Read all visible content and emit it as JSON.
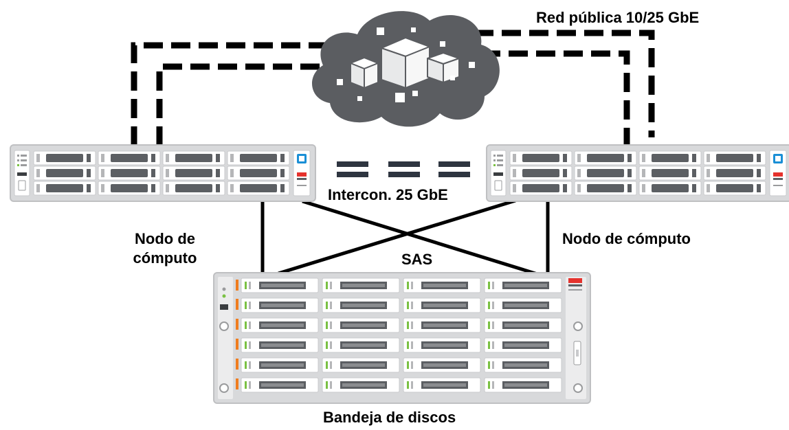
{
  "labels": {
    "public_network": "Red pública 10/25 GbE",
    "interconnect": "Intercon. 25 GbE",
    "node_left_line1": "Nodo de",
    "node_left_line2": "cómputo",
    "node_right": "Nodo de cómputo",
    "sas": "SAS",
    "disk_shelf": "Bandeja de discos"
  },
  "icons": [
    "cloud-icon",
    "compute-node-icon",
    "disk-shelf-icon"
  ],
  "colors": {
    "cloud": "#5b5d61",
    "chassis": "#d8d9db",
    "accent_blue": "#1a8fd6",
    "accent_red": "#e5322d",
    "accent_orange": "#f07d1f",
    "led_green": "#7ac143",
    "line": "#000000",
    "interconnect": "#2e3540"
  }
}
